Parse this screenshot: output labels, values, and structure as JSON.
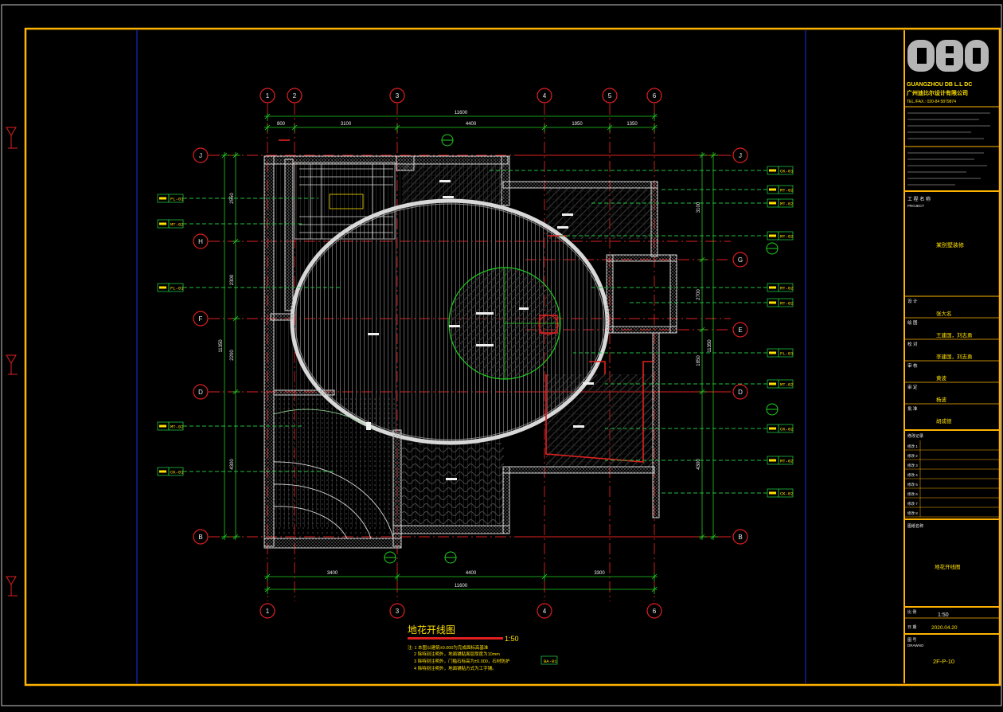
{
  "colors": {
    "background": "#000000",
    "frame": "#ffb300",
    "grid_axis": "#e02020",
    "dimension": "#20d020",
    "wall": "#cfcfcf",
    "callout": "#20c040",
    "label_yellow": "#ffe000",
    "label_white": "#f0f0f0",
    "sheet_bar": "#1020a0"
  },
  "grid": {
    "top_bubbles": [
      "1",
      "2",
      "3",
      "4",
      "5",
      "6"
    ],
    "bottom_bubbles": [
      "1",
      "3",
      "4",
      "6"
    ],
    "left_bubbles": [
      "J",
      "H",
      "F",
      "D",
      "B"
    ],
    "right_bubbles": [
      "J",
      "G",
      "E",
      "D",
      "B"
    ]
  },
  "dimensions": {
    "top_total": "11600",
    "top_segments": [
      "800",
      "3100",
      "4400",
      "1950",
      "1350"
    ],
    "bottom_total": "11600",
    "bottom_segments": [
      "3400",
      "4400",
      "3300"
    ],
    "left_total": "11350",
    "left_segments": [
      "2550",
      "2300",
      "2200",
      "4300"
    ],
    "right_total": "11350",
    "right_segments": [
      "3100",
      "2700",
      "1850",
      "4300"
    ]
  },
  "plan": {
    "title": "地花开线图",
    "scale": "1:50",
    "notes": [
      "注: 1 本图以建筑±0.000为完成面标高基准",
      "2 除特别注明外，地面铺贴面层厚度为10mm",
      "3 除特别注明外，门槛石标高为±0.000，石材防护",
      "4 除特别注明外，地面铺贴方式为工字铺。"
    ],
    "note_tag": "BA-01"
  },
  "callouts_left": [
    "FL-01",
    "MT-02",
    "FL-01",
    "MT-02",
    "CK-01"
  ],
  "callouts_right": [
    "CK-01",
    "MT-02",
    "MT-02",
    "MT-02",
    "MT-02",
    "MT-02",
    "FL-01",
    "MT-02",
    "CK-02",
    "MT-02",
    "CK-02"
  ],
  "titleblock": {
    "logo": "DBD",
    "company_en": "GUANGZHOU DB L.L DC",
    "company_cn": "广州迪比尔设计有限公司",
    "tel": "TEL./FAX.: 020-84 5879874",
    "project_label": "工 程 名 称",
    "project_label_en": "PROJECT",
    "project_name": "某别墅装修",
    "roles": [
      {
        "label": "设 计",
        "value": "张大名"
      },
      {
        "label": "绘 图",
        "value": "王建国，刘志勇"
      },
      {
        "label": "校 对",
        "value": "李建国，刘志勇"
      },
      {
        "label": "审 核",
        "value": "黄波"
      },
      {
        "label": "审 定",
        "value": "杨波"
      },
      {
        "label": "批 准",
        "value": "胡成德"
      }
    ],
    "revision_label": "修改记录",
    "revision_rows": [
      "修改 1",
      "修改 2",
      "修改 3",
      "修改 4",
      "修改 5",
      "修改 6",
      "修改 7",
      "修改 8"
    ],
    "drawing_label": "图纸名称",
    "drawing_title": "地花开线图",
    "scale_label": "比 例",
    "scale_value": "1:50",
    "date_label": "日 期",
    "date_value": "2020.04.20",
    "number_label": "图 号",
    "number_label_en": "DRAWNO",
    "number_value": "2F-P-10"
  }
}
